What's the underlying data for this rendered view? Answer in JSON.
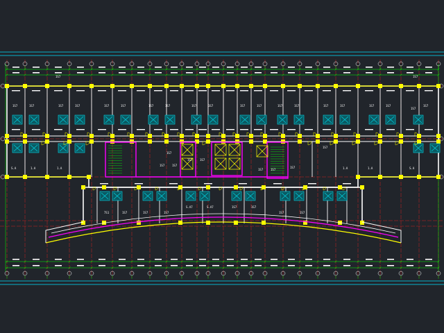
{
  "colors": {
    "background": "#21252b",
    "wall": "#ffffff",
    "column": "#ffff00",
    "axis": "#ff2020",
    "dimension": "#00ff00",
    "fixture": "#00d8e8",
    "core": "#ff00ff",
    "arc": "#ffff00",
    "outline": "#00e0ff"
  },
  "icons": {
    "elevator": "elevator-icon",
    "stair": "stair-icon",
    "door": "door-swing-icon"
  },
  "drawing": {
    "room_labels_upper": [
      "1S7",
      "1S7",
      "1S7",
      "1S7",
      "1S7",
      "1S7",
      "1S7",
      "1S7",
      "1S7",
      "1S7",
      "1S7",
      "1S7",
      "1S7",
      "1S7",
      "1S7",
      "1S7",
      "1S7",
      "1S7",
      "1S7",
      "1S7",
      "1S7",
      "1S7",
      "1S7"
    ],
    "room_labels_west": [
      "S.A",
      "1.A",
      "1.A"
    ],
    "room_labels_east": [
      "1.A",
      "1.A",
      "S.A"
    ],
    "room_labels_lower": [
      "7S1",
      "1S7",
      "1S7",
      "1S7",
      "S.A7",
      "S.A7",
      "1S7",
      "1S7",
      "1S7",
      "1S7"
    ],
    "core_labels": [
      "1S7",
      "1S7",
      "1S7",
      "1S7",
      "1S7",
      "1S7"
    ],
    "corner_labels": [
      "1S7",
      "1S7"
    ]
  }
}
